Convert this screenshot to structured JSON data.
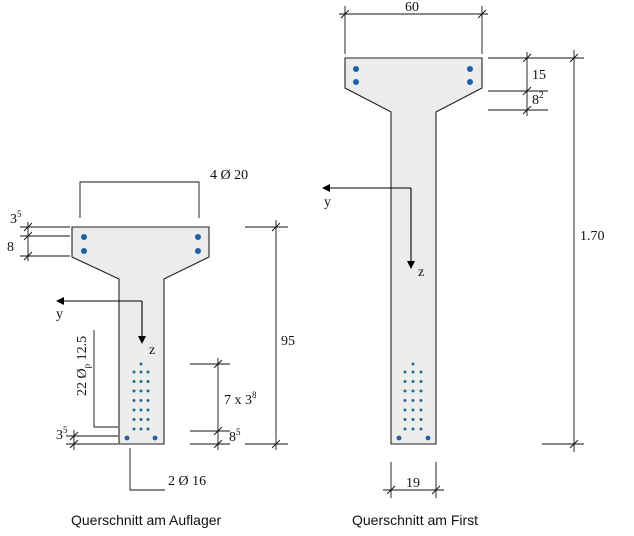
{
  "figure": {
    "left": {
      "caption": "Querschnitt am Auflager",
      "top_bars": {
        "count": "4",
        "symbol": "Ø",
        "dia": "20"
      },
      "bottom_bars": {
        "count": "2",
        "symbol": "Ø",
        "dia": "16"
      },
      "tendons": {
        "count": "22",
        "symbol": "Ø",
        "sub": "p",
        "dia": "12.5"
      },
      "dim_flange_top": {
        "base": "3",
        "sup": "5"
      },
      "dim_flange_taper": "8",
      "dim_height": "95",
      "dim_tendon_spacing": {
        "base": "7 x 3",
        "sup": "8"
      },
      "dim_tendon_bottom": {
        "base": "8",
        "sup": "5"
      },
      "dim_cover_bottom": {
        "base": "3",
        "sup": "5"
      },
      "axis_y": "y",
      "axis_z": "z"
    },
    "right": {
      "caption": "Querschnitt am First",
      "dim_width_top": "60",
      "dim_flange_top": "15",
      "dim_flange_taper": {
        "base": "8",
        "sup": "2"
      },
      "dim_height": "1.70",
      "dim_web_width": "19",
      "axis_y": "y",
      "axis_z": "z"
    }
  },
  "colors": {
    "section_fill": "#ececec",
    "rebar": "#1e62a6",
    "tendon": "#1e6a8f"
  }
}
